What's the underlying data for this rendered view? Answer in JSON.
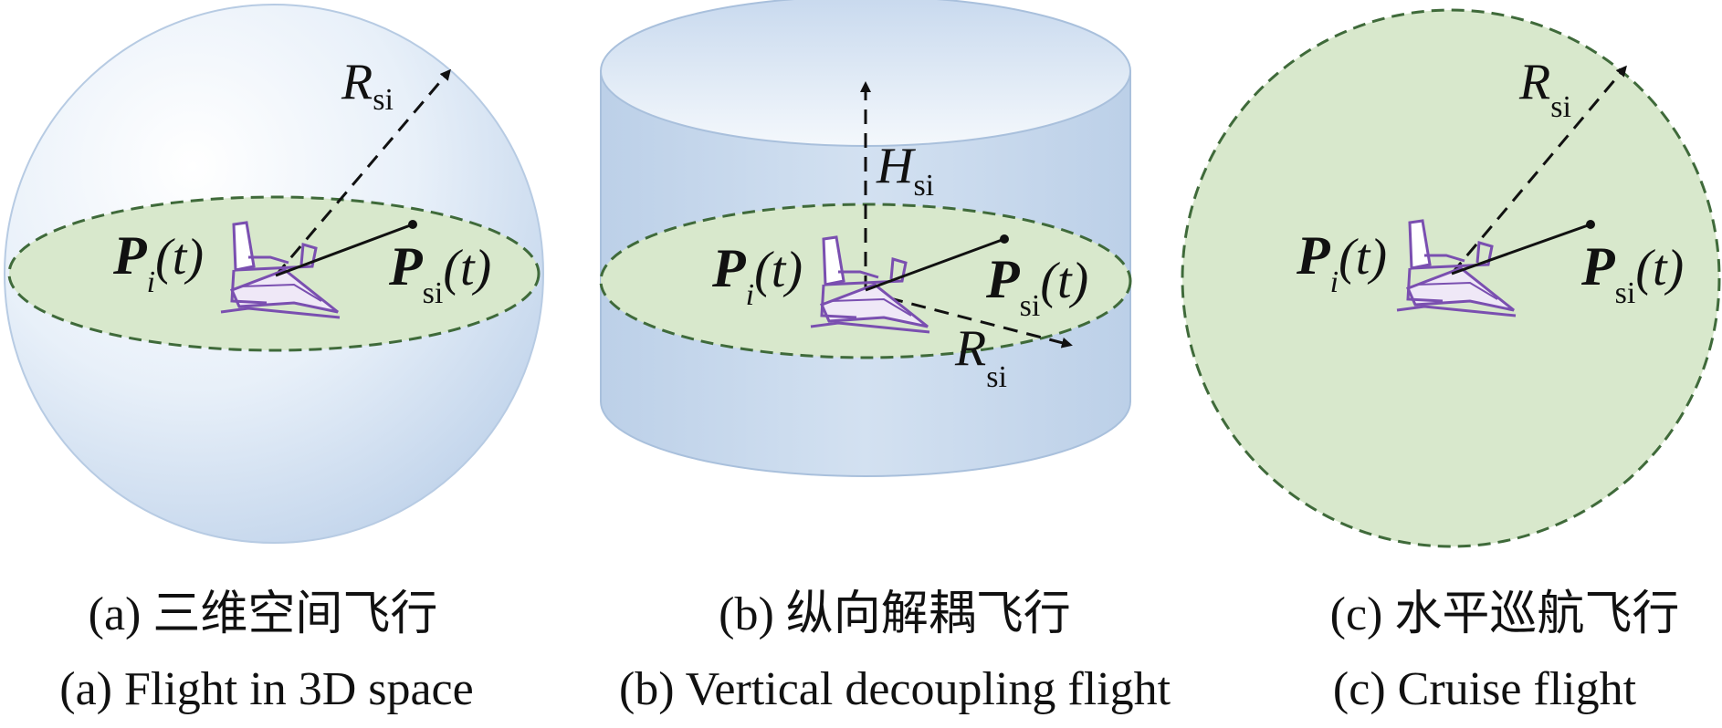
{
  "panels": [
    {
      "id": "a",
      "shape": "sphere",
      "caption_cn": "(a) 三维空间飞行",
      "caption_en": "(a) Flight in 3D space",
      "labels": {
        "radius_main": "R",
        "radius_sub": "si",
        "pos_main": "P",
        "pos_sub": "i",
        "pos_arg": "(t)",
        "target_main": "P",
        "target_sub": "si",
        "target_arg": "(t)"
      }
    },
    {
      "id": "b",
      "shape": "cylinder",
      "caption_cn": "(b) 纵向解耦飞行",
      "caption_en": "(b) Vertical decoupling flight",
      "labels": {
        "height_main": "H",
        "height_sub": "si",
        "radius_main": "R",
        "radius_sub": "si",
        "pos_main": "P",
        "pos_sub": "i",
        "pos_arg": "(t)",
        "target_main": "P",
        "target_sub": "si",
        "target_arg": "(t)"
      }
    },
    {
      "id": "c",
      "shape": "circle",
      "caption_cn": "(c) 水平巡航飞行",
      "caption_en": "(c) Cruise flight",
      "labels": {
        "radius_main": "R",
        "radius_sub": "si",
        "pos_main": "P",
        "pos_sub": "i",
        "pos_arg": "(t)",
        "target_main": "P",
        "target_sub": "si",
        "target_arg": "(t)"
      }
    }
  ],
  "colors": {
    "sphere_fill": "#dbe7f4",
    "cylinder_fill": "#c9d9ec",
    "disk_fill": "#d8e8cc",
    "disk_stroke": "#3f6a3a",
    "aircraft": "#7a4fb0"
  }
}
